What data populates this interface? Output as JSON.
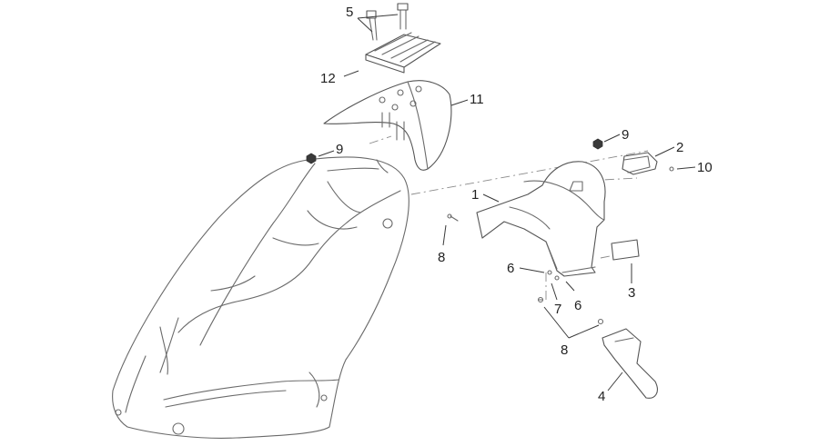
{
  "callouts": [
    {
      "key": "c1",
      "text": "1"
    },
    {
      "key": "c2",
      "text": "2"
    },
    {
      "key": "c3",
      "text": "3"
    },
    {
      "key": "c4",
      "text": "4"
    },
    {
      "key": "c5",
      "text": "5"
    },
    {
      "key": "c6a",
      "text": "6"
    },
    {
      "key": "c6b",
      "text": "6"
    },
    {
      "key": "c7",
      "text": "7"
    },
    {
      "key": "c8a",
      "text": "8"
    },
    {
      "key": "c8b",
      "text": "8"
    },
    {
      "key": "c9a",
      "text": "9"
    },
    {
      "key": "c9b",
      "text": "9"
    },
    {
      "key": "c10",
      "text": "10"
    },
    {
      "key": "c11",
      "text": "11"
    },
    {
      "key": "c12",
      "text": "12"
    }
  ]
}
